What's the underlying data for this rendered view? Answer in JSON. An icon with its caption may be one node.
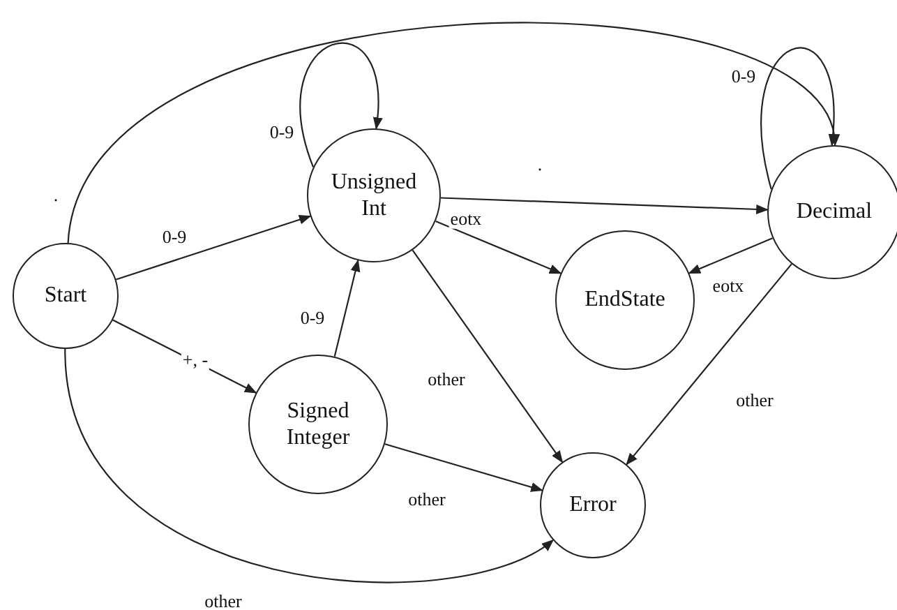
{
  "diagram": {
    "nodes": [
      {
        "text": [
          "Start"
        ]
      },
      {
        "text": [
          "Unsigned Int"
        ]
      },
      {
        "text": [
          "Signed Integer"
        ]
      },
      {
        "text": [
          "Decimal"
        ]
      },
      {
        "text": [
          "EndState"
        ]
      },
      {
        "text": [
          "Error"
        ]
      }
    ],
    "edges": [
      {
        "from": 0,
        "to": 3,
        "arrow": "to",
        "label": "."
      },
      {
        "from": 0,
        "to": 1,
        "arrow": "to",
        "label": "0-9"
      },
      {
        "from": 0,
        "to": 2,
        "arrow": "to",
        "label": "+, -"
      },
      {
        "from": 0,
        "to": 5,
        "arrow": "to",
        "label": "other"
      },
      {
        "from": 1,
        "to": 1,
        "arrow": "to",
        "label": "0-9"
      },
      {
        "from": 2,
        "to": 1,
        "arrow": "to",
        "label": "0-9"
      },
      {
        "from": 1,
        "to": 3,
        "arrow": "to",
        "label": "."
      },
      {
        "from": 1,
        "to": 4,
        "arrow": "to",
        "label": "eotx"
      },
      {
        "from": 1,
        "to": 5,
        "arrow": "to",
        "label": "other"
      },
      {
        "from": 3,
        "to": 3,
        "arrow": "to",
        "label": "0-9"
      },
      {
        "from": 3,
        "to": 4,
        "arrow": "to",
        "label": "eotx"
      },
      {
        "from": 3,
        "to": 5,
        "arrow": "to",
        "label": "other"
      },
      {
        "from": 2,
        "to": 5,
        "arrow": "to",
        "label": "other"
      }
    ]
  }
}
